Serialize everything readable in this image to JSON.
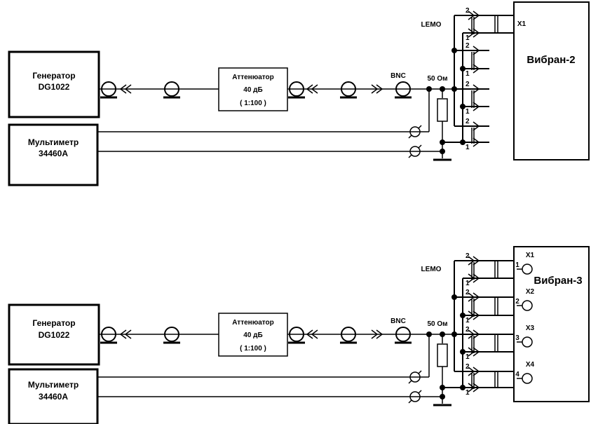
{
  "diagrams": [
    {
      "generator": {
        "line1": "Генератор",
        "line2": "DG1022"
      },
      "multimeter": {
        "line1": "Мультиметр",
        "line2": "34460A"
      },
      "attenuator": {
        "line1": "Аттенюатор",
        "line2": "40 дБ",
        "line3": "( 1:100 )"
      },
      "bnc": "BNC",
      "resistor": "50 Ом",
      "lemo": "LEMO",
      "device": "Вибран-2",
      "ports": [
        "X1"
      ],
      "pin_labels": [
        "2",
        "1",
        "2",
        "1",
        "2",
        "1",
        "2",
        "1"
      ]
    },
    {
      "generator": {
        "line1": "Генератор",
        "line2": "DG1022"
      },
      "multimeter": {
        "line1": "Мультиметр",
        "line2": "34460A"
      },
      "attenuator": {
        "line1": "Аттенюатор",
        "line2": "40 дБ",
        "line3": "( 1:100 )"
      },
      "bnc": "BNC",
      "resistor": "50 Ом",
      "lemo": "LEMO",
      "device": "Вибран-3",
      "ports": [
        "X1",
        "X2",
        "X3",
        "X4"
      ],
      "port_numbers": [
        "1",
        "2",
        "3",
        "4"
      ],
      "pin_labels": [
        "2",
        "1",
        "2",
        "1",
        "2",
        "1",
        "2",
        "1"
      ]
    }
  ]
}
